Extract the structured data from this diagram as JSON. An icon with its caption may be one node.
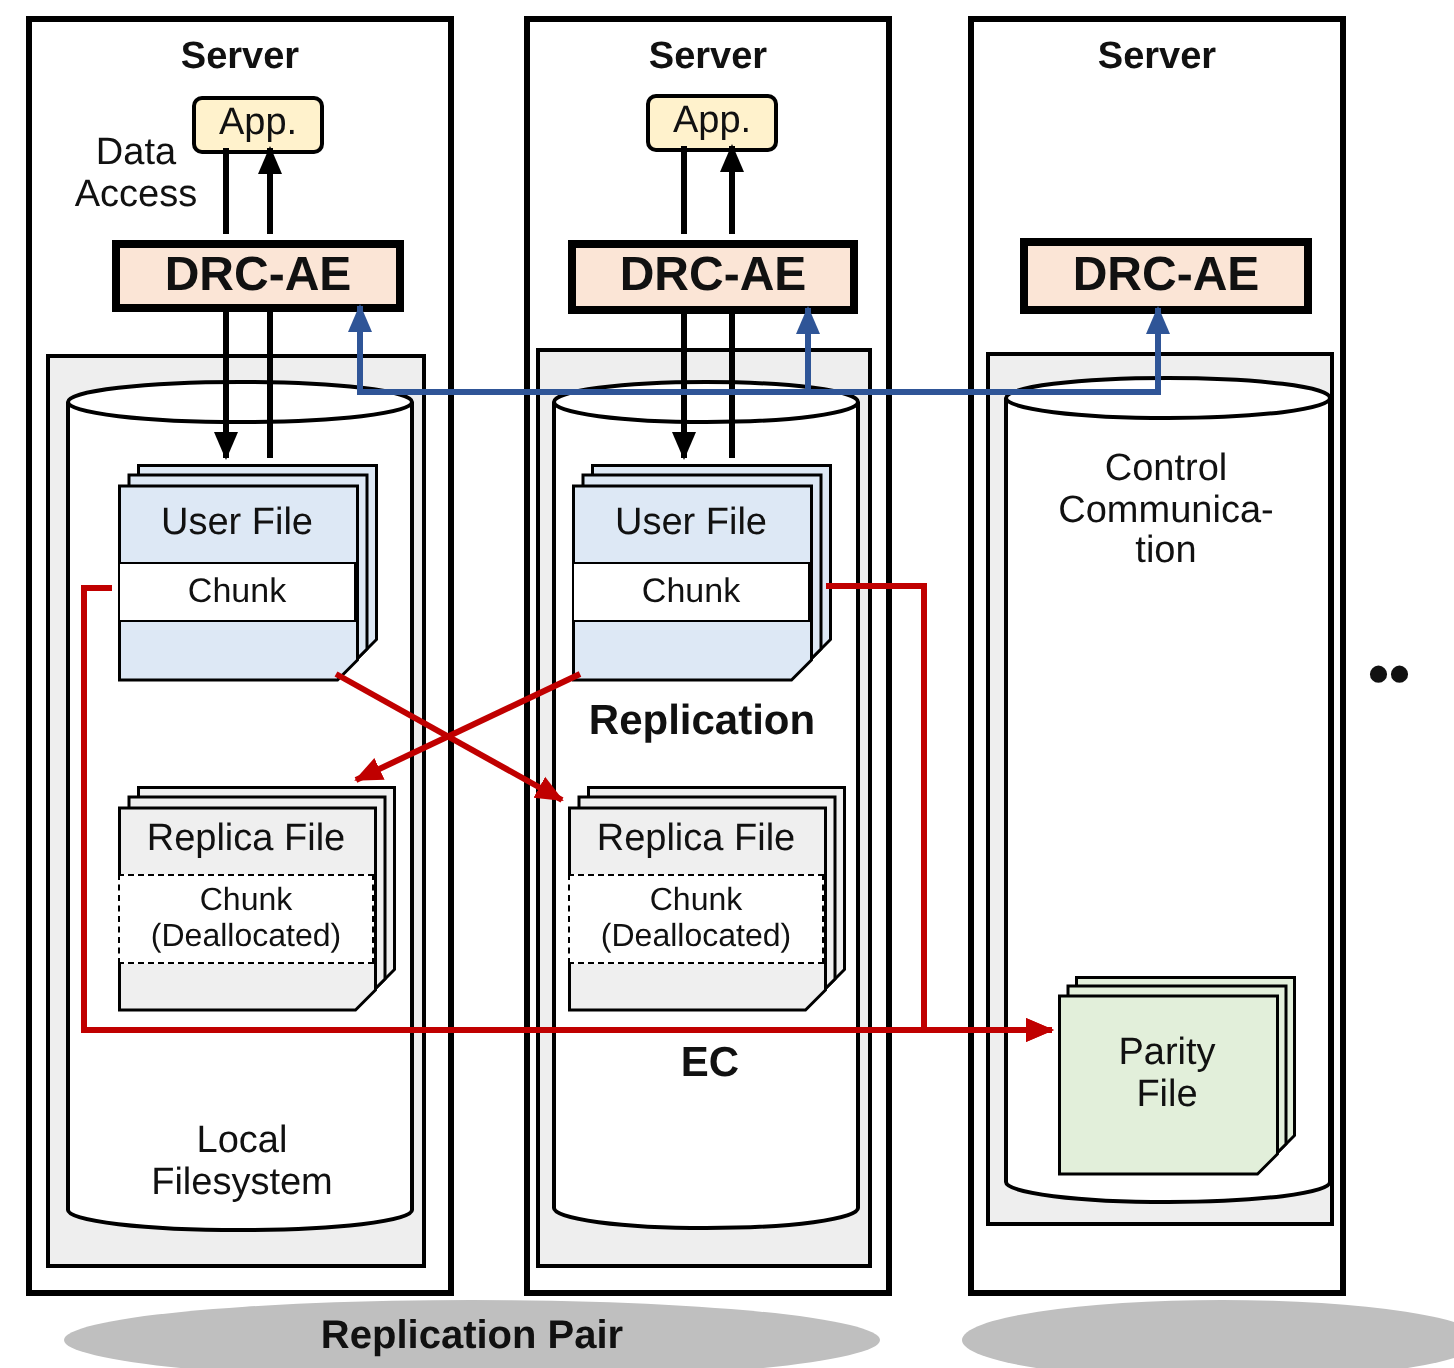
{
  "diagram": {
    "nodes": [
      {
        "text": [
          "Server"
        ]
      },
      {
        "text": [
          "App."
        ],
        "in": 0
      },
      {
        "text": [
          "DRC-AE"
        ],
        "in": 0
      },
      {
        "text": [
          "Local Filesystem"
        ],
        "in": 0
      },
      {
        "text": [
          "User File",
          "Chunk"
        ],
        "in": 3
      },
      {
        "text": [
          "Replica File",
          "Chunk (Deallocated)"
        ],
        "in": 3
      },
      {
        "text": [
          "Server"
        ]
      },
      {
        "text": [
          "App."
        ],
        "in": 6
      },
      {
        "text": [
          "DRC-AE"
        ],
        "in": 6
      },
      {
        "text": [],
        "shape": "cylinder",
        "in": 6
      },
      {
        "text": [
          "User File",
          "Chunk"
        ],
        "in": 9
      },
      {
        "text": [
          "Replica File",
          "Chunk (Deallocated)"
        ],
        "in": 9
      },
      {
        "text": [
          "Server"
        ]
      },
      {
        "text": [
          "DRC-AE"
        ],
        "in": 12
      },
      {
        "text": [
          "Control Communica-tion"
        ],
        "in": 12
      },
      {
        "text": [
          "Parity File"
        ],
        "in": 14
      },
      {
        "text": [
          "Replication Pair"
        ]
      },
      {
        "text": [],
        "shape": "ellipse"
      }
    ],
    "edges": [
      {
        "from": 1,
        "to": 2,
        "arrow": "none"
      },
      {
        "from": 2,
        "to": 4,
        "arrow": "to"
      },
      {
        "from": 4,
        "to": 2,
        "arrow": "none"
      },
      {
        "from": 2,
        "to": 1,
        "arrow": "to"
      },
      {
        "from": 7,
        "to": 8,
        "arrow": "none"
      },
      {
        "from": 8,
        "to": 10,
        "arrow": "to"
      },
      {
        "from": 10,
        "to": 8,
        "arrow": "none"
      },
      {
        "from": 8,
        "to": 7,
        "arrow": "to"
      },
      {
        "from": null,
        "to": 2,
        "arrow": "to",
        "color": "#2f5597"
      },
      {
        "from": null,
        "to": 8,
        "arrow": "to",
        "color": "#2f5597"
      },
      {
        "from": null,
        "to": 13,
        "arrow": "to",
        "color": "#2f5597"
      },
      {
        "from": 4,
        "to": 11,
        "arrow": "to",
        "color": "#c00000"
      },
      {
        "from": 10,
        "to": 5,
        "arrow": "to",
        "color": "#c00000"
      },
      {
        "from": 4,
        "to": 15,
        "arrow": "to",
        "color": "#c00000"
      },
      {
        "from": 10,
        "to": 15,
        "arrow": "to",
        "color": "#c00000"
      }
    ],
    "labels": [
      "Data Access",
      "Replication",
      "EC",
      "••"
    ]
  }
}
